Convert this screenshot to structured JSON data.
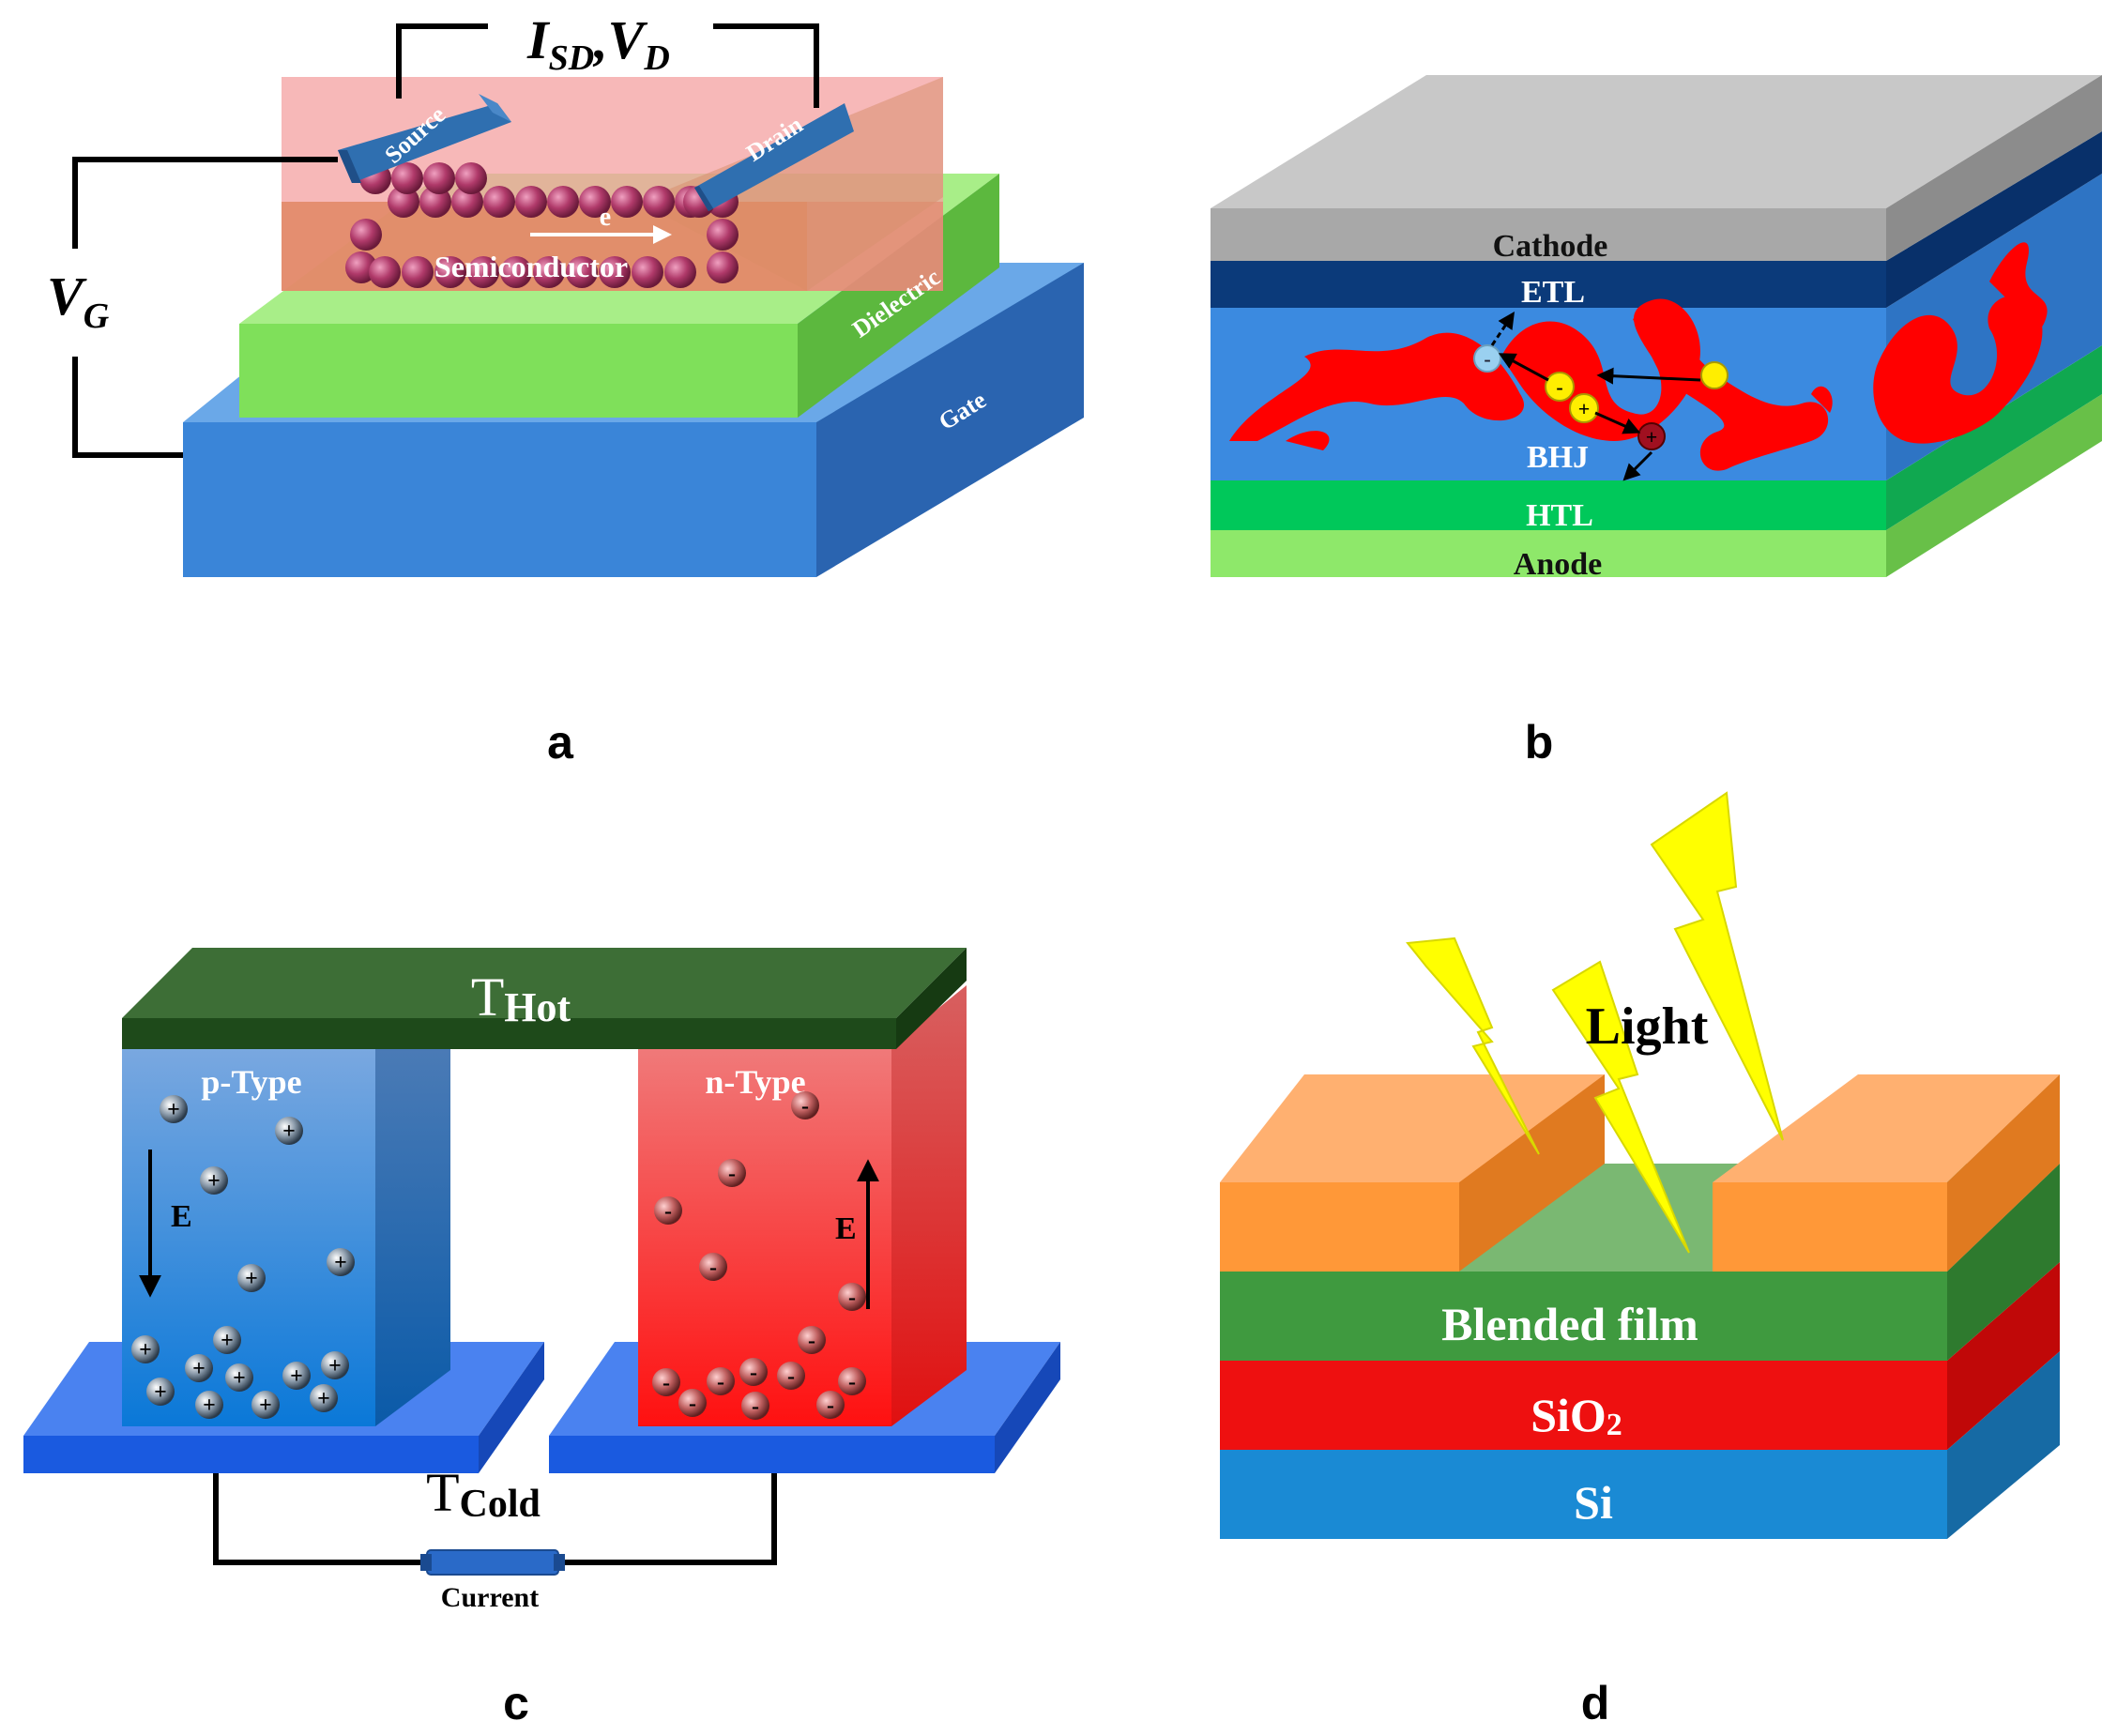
{
  "panel_a": {
    "letter": "a",
    "current_label_main": "I",
    "current_label_sub": "SD",
    "current_label_sep": ",",
    "voltage_drain_main": "V",
    "voltage_drain_sub": "D",
    "gate_voltage_main": "V",
    "gate_voltage_sub": "G",
    "source": "Source",
    "drain": "Drain",
    "electron": "e",
    "semiconductor": "Semiconductor",
    "dielectric": "Dielectric",
    "gate": "Gate"
  },
  "panel_b": {
    "letter": "b",
    "cathode": "Cathode",
    "etl": "ETL",
    "bhj": "BHJ",
    "htl": "HTL",
    "anode": "Anode",
    "minus": "-",
    "plus": "+"
  },
  "panel_c": {
    "letter": "c",
    "hot_main": "T",
    "hot_sub": "Hot",
    "cold_main": "T",
    "cold_sub": "Cold",
    "p_type": "p-Type",
    "n_type": "n-Type",
    "field": "E",
    "current": "Current",
    "plus": "+",
    "minus": "-"
  },
  "panel_d": {
    "letter": "d",
    "light": "Light",
    "blended_film": "Blended film",
    "sio2_main": "SiO",
    "sio2_sub": "2",
    "si": "Si"
  },
  "colors": {
    "gate_blue": "#3a85d8",
    "dielectric_green": "#7fe05a",
    "semiconductor_pink": "#f4a0a0",
    "electrode_blue": "#2f6fb0",
    "cathode_gray": "#c8c8c8",
    "etl_navy": "#0b3a7a",
    "bhj_blue": "#3b8ae0",
    "polymer_red": "#ff0000",
    "htl_green": "#00c85a",
    "anode_green": "#8ee86a",
    "hot_green": "#2e5c2a",
    "p_blue": "#5b97dc",
    "n_red": "#f05050",
    "substrate_blue": "#2f6fe8",
    "contact_orange": "#ff9838",
    "film_green": "#3f9a3f",
    "sio2_red": "#ee1010",
    "si_blue": "#1a8ad4",
    "bolt_yellow": "#ffff00"
  }
}
